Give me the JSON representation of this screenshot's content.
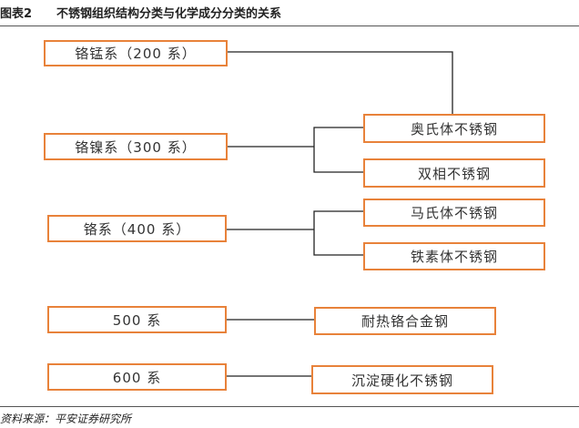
{
  "figure": {
    "number": "图表2",
    "title": "不锈钢组织结构分类与化学成分分类的关系"
  },
  "series_boxes": {
    "crmn": "铬锰系（200 系）",
    "crni": "铬镍系（300 系）",
    "cr": "铬系（400 系）",
    "s500": "500 系",
    "s600": "600 系"
  },
  "type_boxes": {
    "austenitic": "奥氏体不锈钢",
    "duplex": "双相不锈钢",
    "martensitic": "马氏体不锈钢",
    "ferritic": "铁素体不锈钢",
    "heat_resistant": "耐热铬合金钢",
    "precipitation": "沉淀硬化不锈钢"
  },
  "source": "资料来源：平安证券研究所",
  "colors": {
    "box_border": "#e8823a",
    "line": "#222222",
    "rule": "#555555"
  }
}
